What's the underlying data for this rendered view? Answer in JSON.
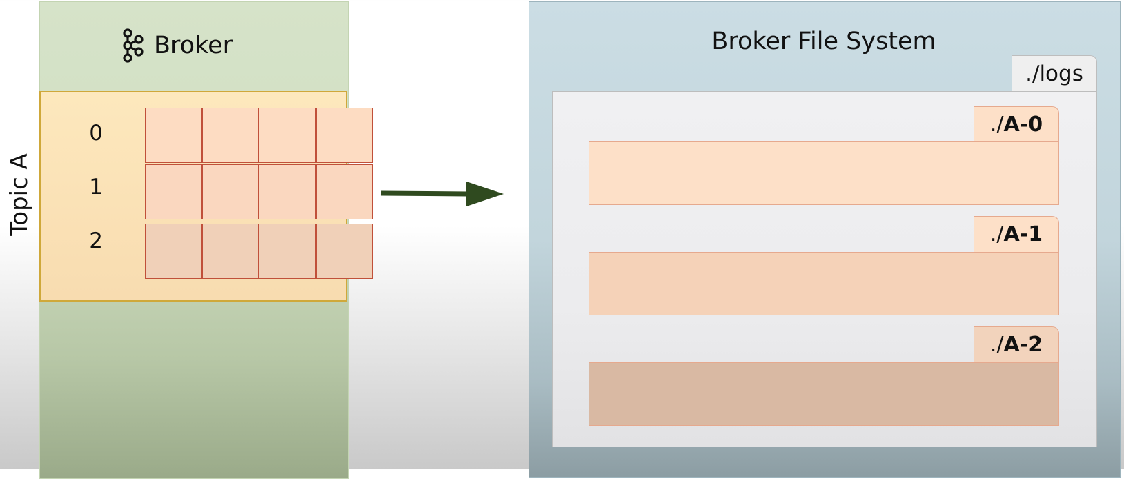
{
  "broker": {
    "title": "Broker",
    "icon": "kafka-icon",
    "topic_label": "Topic A",
    "partitions": [
      {
        "id": "0",
        "segments": 4
      },
      {
        "id": "1",
        "segments": 4
      },
      {
        "id": "2",
        "segments": 4
      }
    ]
  },
  "arrow": {
    "icon": "right-arrow-icon",
    "color": "#2f4a1f"
  },
  "file_system": {
    "title": "Broker File System",
    "logs_dir": "./logs",
    "partition_dirs": [
      {
        "prefix": "./",
        "name": "A-0"
      },
      {
        "prefix": "./",
        "name": "A-1"
      },
      {
        "prefix": "./",
        "name": "A-2"
      }
    ]
  },
  "colors": {
    "broker_panel": "#d6e3c9",
    "topic_box": "#fde8bd",
    "topic_border": "#cfa83a",
    "segment_border": "#c0503a",
    "fs_panel": "#cbdde4",
    "partition_fill": "#fde0c8"
  }
}
